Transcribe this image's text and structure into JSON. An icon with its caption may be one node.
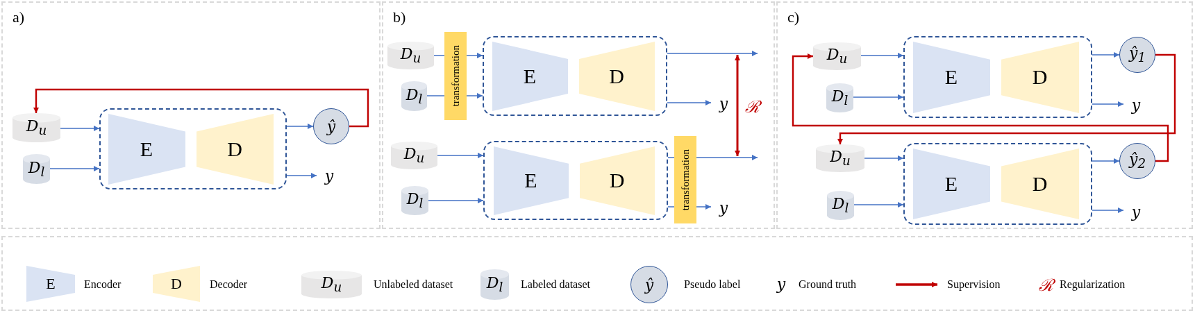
{
  "diagram": {
    "nodes": [
      {
        "text": [
          "a)"
        ]
      },
      {
        "text": [
          "D$_{u}$"
        ],
        "in": 0
      },
      {
        "text": [
          "D$_{l}$"
        ],
        "in": 0
      },
      {
        "text": [],
        "shape": "box",
        "in": 0
      },
      {
        "text": [
          "E"
        ],
        "in": 3
      },
      {
        "text": [
          "D"
        ],
        "in": 3
      },
      {
        "text": [
          "ŷ"
        ],
        "in": 0
      },
      {
        "text": [
          "y"
        ],
        "in": 0
      },
      {
        "text": [
          "b)"
        ]
      },
      {
        "text": [
          "D$_{u}$"
        ],
        "in": 8
      },
      {
        "text": [
          "D$_{l}$"
        ],
        "in": 8
      },
      {
        "text": [
          "transformation"
        ],
        "in": 8
      },
      {
        "text": [],
        "shape": "box",
        "in": 8
      },
      {
        "text": [
          "E"
        ],
        "in": 12
      },
      {
        "text": [
          "D"
        ],
        "in": 12
      },
      {
        "text": [
          "y"
        ],
        "in": 8
      },
      {
        "text": [
          "D$_{u}$"
        ],
        "in": 8
      },
      {
        "text": [
          "D$_{l}$"
        ],
        "in": 8
      },
      {
        "text": [],
        "shape": "box",
        "in": 8
      },
      {
        "text": [
          "E"
        ],
        "in": 18
      },
      {
        "text": [
          "D"
        ],
        "in": 18
      },
      {
        "text": [
          "transformation"
        ],
        "in": 8
      },
      {
        "text": [
          "y"
        ],
        "in": 8
      },
      {
        "text": [
          "c)"
        ]
      },
      {
        "text": [
          "D$_{u}$"
        ],
        "in": 23
      },
      {
        "text": [
          "D$_{l}$"
        ],
        "in": 23
      },
      {
        "text": [],
        "shape": "box",
        "in": 23
      },
      {
        "text": [
          "E"
        ],
        "in": 26
      },
      {
        "text": [
          "D"
        ],
        "in": 26
      },
      {
        "text": [
          "ŷ$_{1}$"
        ],
        "in": 23
      },
      {
        "text": [
          "y"
        ],
        "in": 23
      },
      {
        "text": [
          "D$_{u}$"
        ],
        "in": 23
      },
      {
        "text": [
          "D$_{l}$"
        ],
        "in": 23
      },
      {
        "text": [],
        "shape": "box",
        "in": 23
      },
      {
        "text": [
          "E"
        ],
        "in": 33
      },
      {
        "text": [
          "D"
        ],
        "in": 33
      },
      {
        "text": [
          "ŷ$_{2}$"
        ],
        "in": 23
      },
      {
        "text": [
          "y"
        ],
        "in": 23
      },
      {
        "text": [
          "E"
        ]
      },
      {
        "text": [
          "D"
        ]
      },
      {
        "text": [
          "D$_{u}$"
        ]
      },
      {
        "text": [
          "D$_{l}$"
        ]
      },
      {
        "text": [
          "ŷ"
        ]
      }
    ],
    "edges": [
      {
        "from": 1,
        "to": 3,
        "arrow": "to"
      },
      {
        "from": 2,
        "to": 3,
        "arrow": "to"
      },
      {
        "from": 3,
        "to": 6,
        "arrow": "to"
      },
      {
        "from": 3,
        "to": 7,
        "arrow": "to"
      },
      {
        "from": 6,
        "to": 1,
        "arrow": "to",
        "color": "#c00000"
      },
      {
        "from": 9,
        "to": 11,
        "arrow": "none"
      },
      {
        "from": 10,
        "to": 11,
        "arrow": "none"
      },
      {
        "from": 11,
        "to": 12,
        "arrow": "to"
      },
      {
        "from": 11,
        "to": 12,
        "arrow": "to"
      },
      {
        "from": 12,
        "to": null,
        "arrow": "to"
      },
      {
        "from": 12,
        "to": 15,
        "arrow": "to"
      },
      {
        "from": 16,
        "to": 18,
        "arrow": "to"
      },
      {
        "from": 17,
        "to": 18,
        "arrow": "to"
      },
      {
        "from": 18,
        "to": 21,
        "arrow": "none"
      },
      {
        "from": 18,
        "to": 21,
        "arrow": "none"
      },
      {
        "from": 21,
        "to": null,
        "arrow": "to"
      },
      {
        "from": 21,
        "to": 22,
        "arrow": "to"
      },
      {
        "from": 24,
        "to": 26,
        "arrow": "to"
      },
      {
        "from": 25,
        "to": 26,
        "arrow": "to"
      },
      {
        "from": 26,
        "to": 29,
        "arrow": "to"
      },
      {
        "from": 26,
        "to": 30,
        "arrow": "to"
      },
      {
        "from": 31,
        "to": 33,
        "arrow": "to"
      },
      {
        "from": 32,
        "to": 33,
        "arrow": "to"
      },
      {
        "from": 33,
        "to": 36,
        "arrow": "to"
      },
      {
        "from": 33,
        "to": 37,
        "arrow": "to"
      },
      {
        "from": 29,
        "to": 31,
        "arrow": "to",
        "color": "#c00000"
      },
      {
        "from": 36,
        "to": 24,
        "arrow": "to",
        "color": "#c00000"
      }
    ],
    "labels": [
      "ℛ",
      "y",
      "ℛ"
    ],
    "legend": [
      {
        "text": "Encoder"
      },
      {
        "text": "Decoder"
      },
      {
        "text": "Unlabeled dataset"
      },
      {
        "text": "Labeled dataset"
      },
      {
        "text": "Pseudo label"
      },
      {
        "text": "Ground truth"
      },
      {
        "text": "Supervision"
      },
      {
        "text": "Regularization"
      }
    ]
  }
}
